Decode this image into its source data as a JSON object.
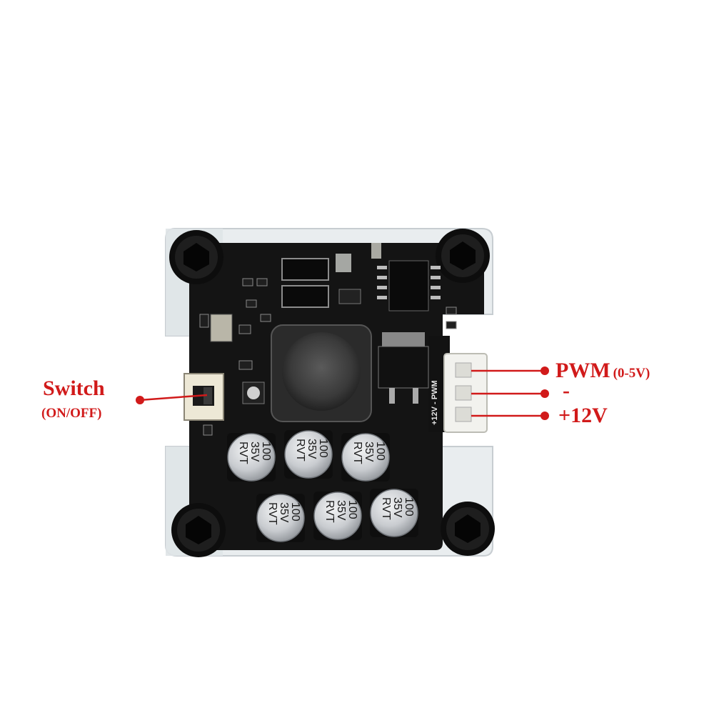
{
  "board": {
    "capacitor_marking": {
      "value": "100",
      "voltage": "35V",
      "brand": "RVT"
    },
    "header_silkscreen": "+12V - PWM",
    "colors": {
      "pcb": "#141414",
      "acrylic": "#e6eaec",
      "callout": "#d11a1a",
      "capacitor": "#c9ccd0",
      "connector": "#f2f2ee"
    }
  },
  "callouts": {
    "switch": {
      "label": "Switch",
      "sub": "(ON/OFF)"
    },
    "pwm": {
      "label": "PWM",
      "sub": "(0-5V)"
    },
    "minus": {
      "label": "-"
    },
    "plus12v": {
      "label": "+12V"
    }
  }
}
